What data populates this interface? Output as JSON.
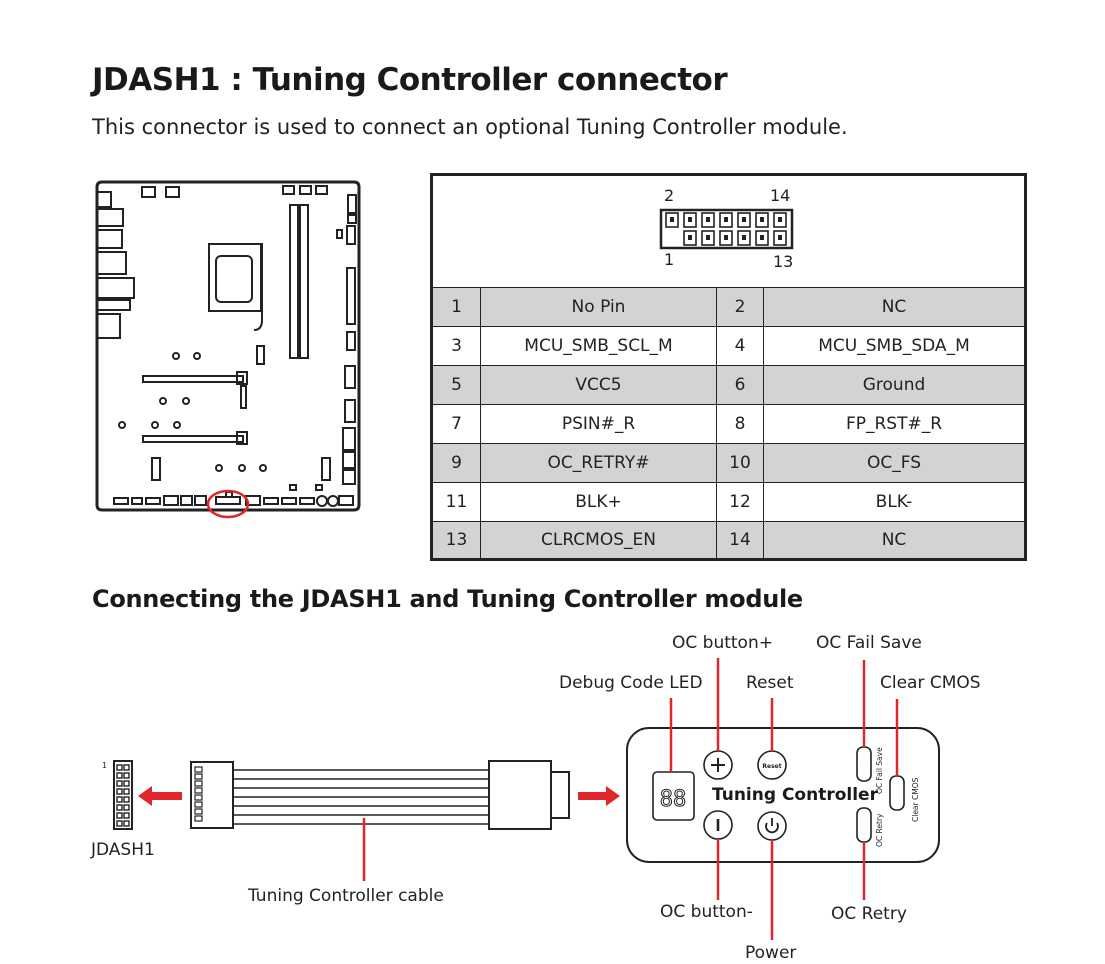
{
  "header": {
    "title": "JDASH1 : Tuning Controller connector",
    "description": "This connector is used to connect an optional Tuning Controller module."
  },
  "pin_table": {
    "header_labels": {
      "top_left": "2",
      "top_right": "14",
      "bottom_left": "1",
      "bottom_right": "13"
    },
    "rows": [
      {
        "pin_a": "1",
        "signal_a": "No Pin",
        "pin_b": "2",
        "signal_b": "NC"
      },
      {
        "pin_a": "3",
        "signal_a": "MCU_SMB_SCL_M",
        "pin_b": "4",
        "signal_b": "MCU_SMB_SDA_M"
      },
      {
        "pin_a": "5",
        "signal_a": "VCC5",
        "pin_b": "6",
        "signal_b": "Ground"
      },
      {
        "pin_a": "7",
        "signal_a": "PSIN#_R",
        "pin_b": "8",
        "signal_b": "FP_RST#_R"
      },
      {
        "pin_a": "9",
        "signal_a": "OC_RETRY#",
        "pin_b": "10",
        "signal_b": "OC_FS"
      },
      {
        "pin_a": "11",
        "signal_a": "BLK+",
        "pin_b": "12",
        "signal_b": "BLK-"
      },
      {
        "pin_a": "13",
        "signal_a": "CLRCMOS_EN",
        "pin_b": "14",
        "signal_b": "NC"
      }
    ]
  },
  "connection": {
    "subtitle": "Connecting the JDASH1 and Tuning Controller module",
    "connector_label": "JDASH1",
    "connector_pin_mark": "1",
    "cable_label": "Tuning Controller cable",
    "module_name": "Tuning Controller",
    "debug_digits": "88",
    "reset_button_text": "Reset",
    "fail_save_print": "OC Fail Save",
    "retry_print": "OC Retry",
    "clear_cmos_print": "Clear CMOS",
    "callouts": {
      "oc_button_plus": "OC button+",
      "oc_fail_save": "OC Fail Save",
      "debug_code_led": "Debug Code LED",
      "reset": "Reset",
      "clear_cmos": "Clear CMOS",
      "oc_button_minus": "OC button-",
      "oc_retry": "OC Retry",
      "power": "Power"
    }
  },
  "colors": {
    "accent_red": "#e0252b",
    "table_gray": "#d3d3d3",
    "ink": "#222222"
  }
}
